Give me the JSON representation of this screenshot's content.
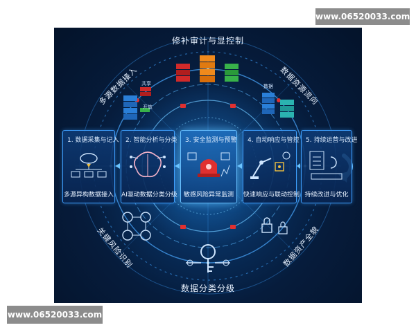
{
  "watermark": {
    "top": "www.06520033.com",
    "bottom": "www.06520033.com"
  },
  "diagram": {
    "title_top": "修补审计与显控制",
    "title_bottom": "数据分类分级",
    "arc_labels": {
      "top_left": "多源数据接入",
      "top_right": "数据资源流向",
      "bottom_left": "关键风险识别",
      "bottom_right": "数据资产全貌"
    },
    "cube_labels": {
      "left_a": "共享",
      "left_b": "开放",
      "right_a": "数据"
    },
    "steps": [
      {
        "head": "1. 数据采集与记入",
        "foot": "多源异构数据接入"
      },
      {
        "head": "2. 智能分析与分类",
        "foot": "AI驱动数据分类分级"
      },
      {
        "head": "3. 安全监测与预警",
        "foot": "敏感风险异常监测"
      },
      {
        "head": "4. 自动响应与管控",
        "foot": "快速响应与联动控制"
      },
      {
        "head": "5. 持续运营与改进",
        "foot": "持续改进与优化"
      }
    ],
    "colors": {
      "accent": "#3fa0ff",
      "alert": "#e03030",
      "orange": "#f08a1c",
      "green": "#38b24a"
    }
  }
}
